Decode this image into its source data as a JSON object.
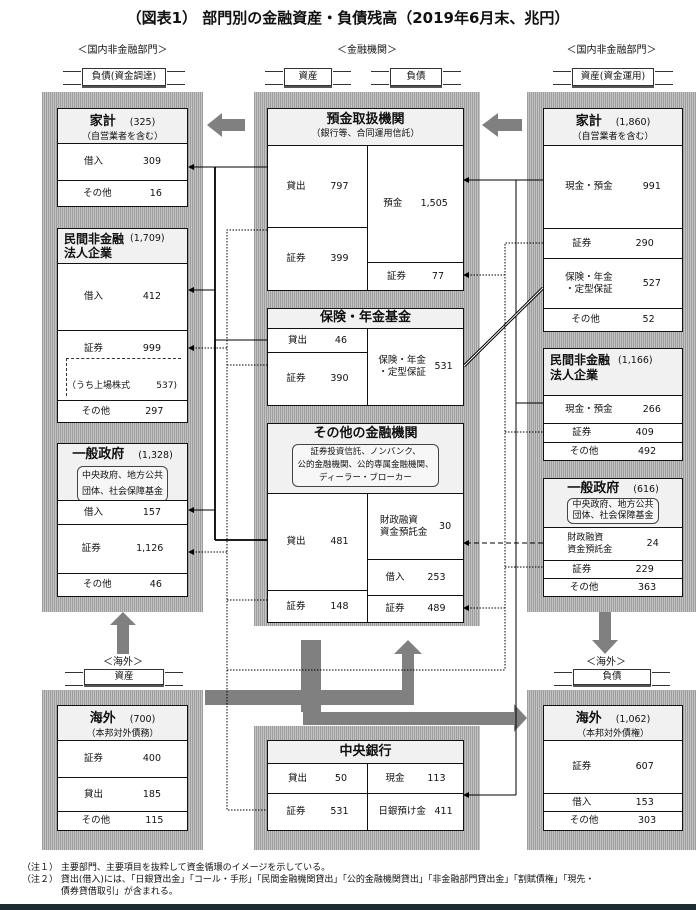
{
  "title": "（図表1） 部門別の金融資産・負債残高（2019年6月末、兆円）",
  "headers": {
    "left": "＜国内非金融部門＞",
    "mid": "＜金融機関＞",
    "right": "＜国内非金融部門＞",
    "overseas_left": "＜海外＞",
    "overseas_right": "＜海外＞"
  },
  "ribbons": {
    "left": "負債(資金調達)",
    "mid_assets": "資産",
    "mid_liab": "負債",
    "right": "資産(資金運用)",
    "overseas_left": "資産",
    "overseas_right": "負債"
  },
  "left": {
    "household": {
      "name": "家計",
      "total": "(325)",
      "sub": "（自営業者を含む）",
      "rows": [
        {
          "label": "借入",
          "value": "309"
        },
        {
          "label": "その他",
          "value": "16"
        }
      ]
    },
    "corp": {
      "name": "民間非金融\n法人企業",
      "total": "(1,709)",
      "rows": [
        {
          "label": "借入",
          "value": "412"
        },
        {
          "label": "証券",
          "value": "999"
        },
        {
          "label": "（うち上場株式",
          "value": "537)"
        },
        {
          "label": "その他",
          "value": "297"
        }
      ]
    },
    "gov": {
      "name": "一般政府",
      "total": "(1,328)",
      "sub": "中央政府、地方公共\n団体、社会保障基金",
      "rows": [
        {
          "label": "借入",
          "value": "157"
        },
        {
          "label": "証券",
          "value": "1,126"
        },
        {
          "label": "その他",
          "value": "46"
        }
      ]
    }
  },
  "mid": {
    "deposit": {
      "name": "預金取扱機関",
      "sub": "（銀行等、合同運用信託）",
      "assets": [
        {
          "label": "貸出",
          "value": "797"
        },
        {
          "label": "証券",
          "value": "399"
        }
      ],
      "liabs": [
        {
          "label": "預金",
          "value": "1,505"
        },
        {
          "label": "証券",
          "value": "77"
        }
      ]
    },
    "insurance": {
      "name": "保険・年金基金",
      "assets": [
        {
          "label": "貸出",
          "value": "46"
        },
        {
          "label": "証券",
          "value": "390"
        }
      ],
      "liabs": [
        {
          "label": "保険・年金\n・定型保証",
          "value": "531"
        }
      ]
    },
    "other": {
      "name": "その他の金融機関",
      "sub": "証券投資信託、ノンバンク、\n公的金融機関、公的専属金融機関、\nディーラー・ブローカー",
      "assets": [
        {
          "label": "貸出",
          "value": "481"
        },
        {
          "label": "証券",
          "value": "148"
        }
      ],
      "liabs": [
        {
          "label": "財政融資\n資金預託金",
          "value": "30"
        },
        {
          "label": "借入",
          "value": "253"
        },
        {
          "label": "証券",
          "value": "489"
        }
      ]
    },
    "central": {
      "name": "中央銀行",
      "assets": [
        {
          "label": "貸出",
          "value": "50"
        },
        {
          "label": "証券",
          "value": "531"
        }
      ],
      "liabs": [
        {
          "label": "現金",
          "value": "113"
        },
        {
          "label": "日銀預け金",
          "value": "411"
        }
      ]
    }
  },
  "right": {
    "household": {
      "name": "家計",
      "total": "(1,860)",
      "sub": "（自営業者を含む）",
      "rows": [
        {
          "label": "現金・預金",
          "value": "991"
        },
        {
          "label": "証券",
          "value": "290"
        },
        {
          "label": "保険・年金\n・定型保証",
          "value": "527"
        },
        {
          "label": "その他",
          "value": "52"
        }
      ]
    },
    "corp": {
      "name": "民間非金融\n法人企業",
      "total": "(1,166)",
      "rows": [
        {
          "label": "現金・預金",
          "value": "266"
        },
        {
          "label": "証券",
          "value": "409"
        },
        {
          "label": "その他",
          "value": "492"
        }
      ]
    },
    "gov": {
      "name": "一般政府",
      "total": "(616)",
      "sub": "中央政府、地方公共\n団体、社会保障基金",
      "rows": [
        {
          "label": "財政融資\n資金預託金",
          "value": "24"
        },
        {
          "label": "証券",
          "value": "229"
        },
        {
          "label": "その他",
          "value": "363"
        }
      ]
    }
  },
  "overseas": {
    "left": {
      "name": "海外",
      "total": "(700)",
      "sub": "（本邦対外債務）",
      "rows": [
        {
          "label": "証券",
          "value": "400"
        },
        {
          "label": "貸出",
          "value": "185"
        },
        {
          "label": "その他",
          "value": "115"
        }
      ]
    },
    "right": {
      "name": "海外",
      "total": "(1,062)",
      "sub": "（本邦対外債権）",
      "rows": [
        {
          "label": "証券",
          "value": "607"
        },
        {
          "label": "借入",
          "value": "153"
        },
        {
          "label": "その他",
          "value": "303"
        }
      ]
    }
  },
  "notes": [
    "（注１） 主要部門、主要項目を抜粋して資金循環のイメージを示している。",
    "（注２） 貸出(借入)には、「日銀貸出金」「コール・手形」「民間金融機関貸出」「公的金融機関貸出」「非金融部門貸出金」「割賦債権」「現先・",
    "　　　　 債券貸借取引」が含まれる。"
  ],
  "colors": {
    "panel": "#a8a8a8",
    "arrow": "#808080",
    "header": "#f1f1f1"
  }
}
